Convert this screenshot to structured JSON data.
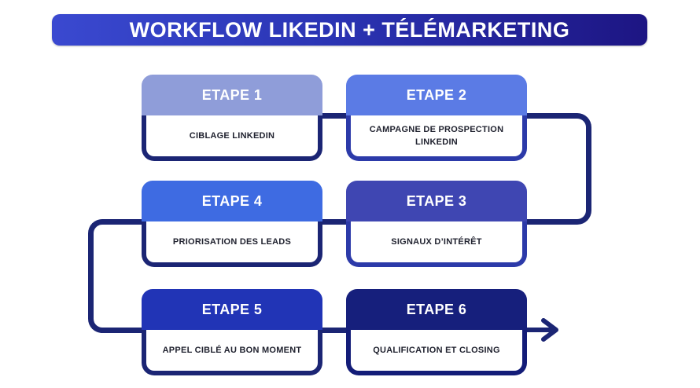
{
  "title": {
    "label": "WORKFLOW LIKEDIN + TÉLÉMARKETING"
  },
  "colors": {
    "banner_gradient_start": "#3a49d0",
    "banner_gradient_end": "#1d1583",
    "connector": "#1b2574",
    "body_text": "#20222f",
    "card_body_background": "#ffffff"
  },
  "steps": [
    {
      "label": "ETAPE 1",
      "description": "CIBLAGE LINKEDIN",
      "header_color": "#8f9dd9",
      "border_color": "#1b2574"
    },
    {
      "label": "ETAPE 2",
      "description": "CAMPAGNE DE PROSPECTION LINKEDIN",
      "header_color": "#5b7be5",
      "border_color": "#2c3aa9"
    },
    {
      "label": "ETAPE 4",
      "description": "PRIORISATION DES LEADS",
      "header_color": "#3e6be2",
      "border_color": "#1b2574"
    },
    {
      "label": "ETAPE 3",
      "description": "SIGNAUX D’INTÉRÊT",
      "header_color": "#3f46b2",
      "border_color": "#2c3aa9"
    },
    {
      "label": "ETAPE 5",
      "description": "APPEL CIBLÉ AU BON MOMENT",
      "header_color": "#2134b6",
      "border_color": "#1b2574"
    },
    {
      "label": "ETAPE 6",
      "description": "QUALIFICATION ET CLOSING",
      "header_color": "#161f7c",
      "border_color": "#131c78"
    }
  ]
}
